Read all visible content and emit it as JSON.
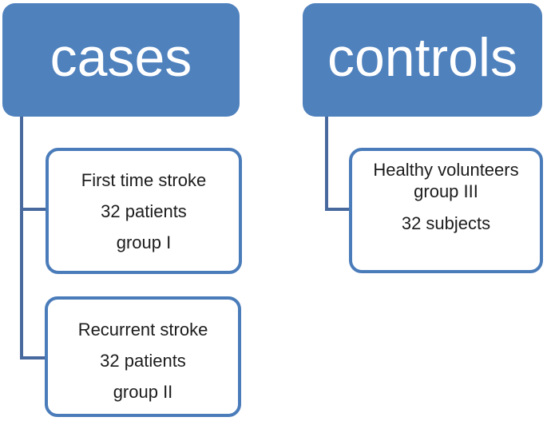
{
  "colors": {
    "parent_box_fill": "#4f81bd",
    "parent_box_text": "#ffffff",
    "child_box_border": "#4a7cba",
    "child_box_fill": "#ffffff",
    "child_box_text": "#1c1c1c",
    "connector_line": "#48699e",
    "background": "#ffffff"
  },
  "cases_branch": {
    "label": "cases",
    "group1": {
      "line1": "First time stroke",
      "line2": "32 patients",
      "line3": "group I"
    },
    "group2": {
      "line1": "Recurrent stroke",
      "line2": "32 patients",
      "line3": "group II"
    }
  },
  "controls_branch": {
    "label": "controls",
    "group3": {
      "line1": "Healthy volunteers",
      "line2": "group III",
      "line3": "32 subjects"
    }
  }
}
